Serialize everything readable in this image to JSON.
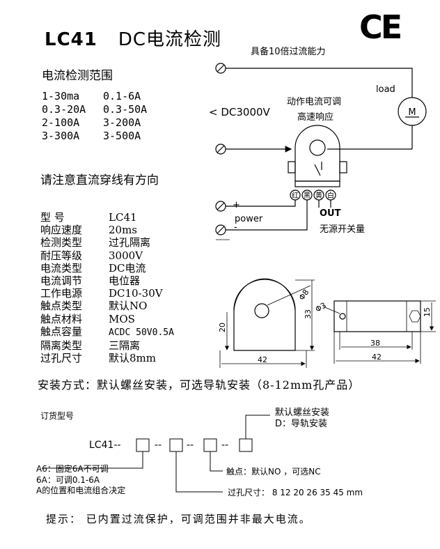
{
  "header": {
    "model": "LC41",
    "subtitle": "DC电流检测",
    "ce_mark": "CE"
  },
  "ranges": {
    "heading": "电流检测范围",
    "rows": [
      {
        "a": "1-30ma",
        "b": "0.1-6A"
      },
      {
        "a": "0.3-20A",
        "b": "0.3-50A"
      },
      {
        "a": "2-100A",
        "b": "3-200A"
      },
      {
        "a": "3-300A",
        "b": "3-500A"
      }
    ]
  },
  "direction_note": "请注意直流穿线有方向",
  "specs": [
    {
      "k": "型    号",
      "v": "LC41"
    },
    {
      "k": "响应速度",
      "v": "20ms"
    },
    {
      "k": "检测类型",
      "v": "过孔隔离"
    },
    {
      "k": "耐压等级",
      "v": "3000V"
    },
    {
      "k": "电流类型",
      "v": "DC电流"
    },
    {
      "k": "电流调节",
      "v": "电位器"
    },
    {
      "k": "工作电源",
      "v": "DC10-30V"
    },
    {
      "k": "触点类型",
      "v": "默认NO"
    },
    {
      "k": "触点材料",
      "v": "MOS"
    },
    {
      "k": "触点容量",
      "v": "ACDC 50V0.5A"
    },
    {
      "k": "隔离类型",
      "v": "三隔离"
    },
    {
      "k": "过孔尺寸",
      "v": "默认8mm"
    }
  ],
  "install_note": "安装方式：默认螺丝安装，可选导轨安装（8-12mm孔产品）",
  "wiring": {
    "overload": "具备10倍过流能力",
    "load": "load",
    "motor": "M",
    "adjustable": "动作电流可调",
    "fast": "高速响应",
    "isolation": "< DC3000V",
    "pins": [
      "红",
      "黑",
      "黄",
      "白"
    ],
    "power": "power",
    "plus": "+",
    "minus": "-",
    "out": "OUT",
    "passive": "无源开关量"
  },
  "dimensions": {
    "hole_d": "Φ8",
    "width": "42",
    "height": "33",
    "base_h": "20",
    "screw_d": "Φ3",
    "inner_w": "38",
    "side_w": "42",
    "side_h": "15"
  },
  "ordering": {
    "heading": "订货型号",
    "code": "LC41--",
    "sep": "--",
    "install_opt": "默认螺丝安装",
    "install_rail": "D：导轨安装",
    "contact": "触点：默认NO ，可选NC",
    "hole": "过孔尺寸： 8  12  20  26  35  45  mm",
    "range_a6": "A6：固定6A不可调",
    "range_6a": "6A：可调0.1-6A",
    "range_note": "A的位置和电流组合决定"
  },
  "tip": "提示：  已内置过流保护，可调范围并非最大电流。"
}
